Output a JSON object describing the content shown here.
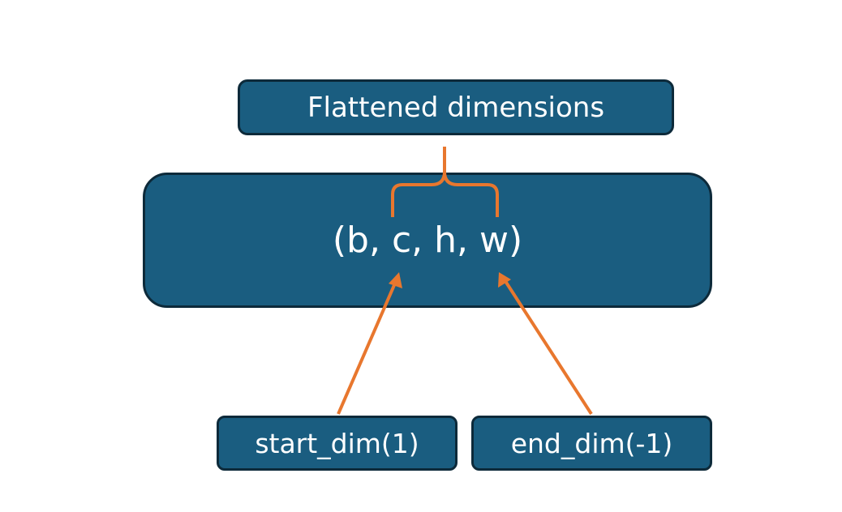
{
  "diagram": {
    "top_label": "Flattened dimensions",
    "tensor_shape": "(b, c, h, w)",
    "start_label": "start_dim(1)",
    "end_label": "end_dim(-1)"
  },
  "colors": {
    "box_fill": "#1a5d80",
    "box_border": "#0d2a3a",
    "arrow": "#e8772e",
    "text": "#ffffff"
  }
}
